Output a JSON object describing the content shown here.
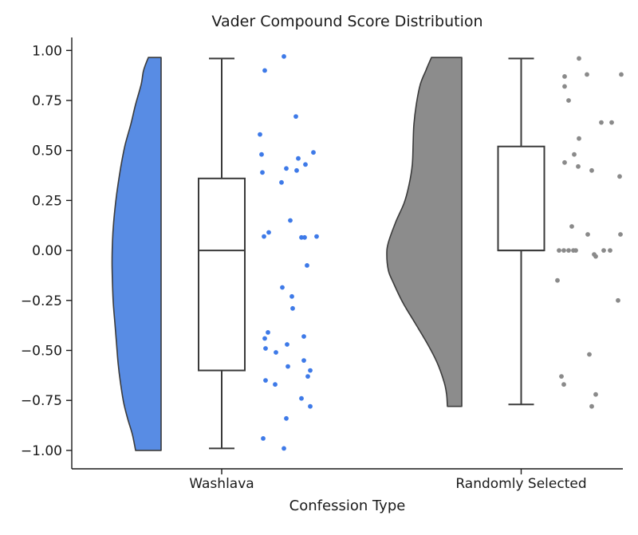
{
  "figure": {
    "background": "#ffffff"
  },
  "chart_data": {
    "type": "raincloud (half-violin + boxplot + jittered strip points)",
    "title": "Vader Compound Score Distribution",
    "xlabel": "Confession Type",
    "ylabel": "",
    "ylim": [
      -1.09,
      1.07
    ],
    "grid": false,
    "legend_position": "none",
    "axis_color": "#1a1a1a",
    "box_line_color": "#3a3a3a",
    "violin_edge_color": "#3b3b3b",
    "yticks": {
      "values": [
        1.0,
        0.75,
        0.5,
        0.25,
        0.0,
        -0.25,
        -0.5,
        -0.75,
        -1.0
      ],
      "labels": [
        "1.00",
        "0.75",
        "0.50",
        "0.25",
        "0.00",
        "−0.25",
        "−0.50",
        "−0.75",
        "−1.00"
      ]
    },
    "categories": [
      "Washlava",
      "Randomly Selected"
    ],
    "groups": [
      {
        "category": "Washlava",
        "violin_color": "#588ce4",
        "point_color": "#3e7ae8",
        "box": {
          "whisker_low": -0.99,
          "q1": -0.6,
          "median": 0.0,
          "q3": 0.36,
          "whisker_high": 0.96
        },
        "violin_range": [
          -1.0,
          0.965
        ],
        "violin_profile": [
          [
            0.965,
            16
          ],
          [
            0.9,
            22
          ],
          [
            0.83,
            25
          ],
          [
            0.73,
            32
          ],
          [
            0.63,
            38
          ],
          [
            0.53,
            45
          ],
          [
            0.43,
            50
          ],
          [
            0.33,
            54
          ],
          [
            0.24,
            57
          ],
          [
            0.14,
            59.5
          ],
          [
            0.04,
            61
          ],
          [
            -0.06,
            61.5
          ],
          [
            -0.16,
            61
          ],
          [
            -0.26,
            60
          ],
          [
            -0.36,
            58
          ],
          [
            -0.46,
            56
          ],
          [
            -0.56,
            54
          ],
          [
            -0.66,
            51
          ],
          [
            -0.76,
            47
          ],
          [
            -0.84,
            42
          ],
          [
            -0.92,
            36
          ],
          [
            -1.0,
            32
          ]
        ],
        "points": [
          [
            0.97,
            -5
          ],
          [
            0.9,
            -29
          ],
          [
            0.67,
            10
          ],
          [
            0.58,
            -35
          ],
          [
            0.49,
            32
          ],
          [
            0.48,
            -33
          ],
          [
            0.46,
            13
          ],
          [
            0.43,
            22
          ],
          [
            0.41,
            -2
          ],
          [
            0.4,
            11
          ],
          [
            0.39,
            -32
          ],
          [
            0.34,
            -8
          ],
          [
            0.15,
            3
          ],
          [
            0.09,
            -24
          ],
          [
            0.07,
            -30
          ],
          [
            0.065,
            17
          ],
          [
            0.065,
            21
          ],
          [
            0.07,
            36
          ],
          [
            -0.075,
            24
          ],
          [
            -0.185,
            -7
          ],
          [
            -0.23,
            5
          ],
          [
            -0.29,
            6
          ],
          [
            -0.41,
            -25
          ],
          [
            -0.43,
            20
          ],
          [
            -0.44,
            -29
          ],
          [
            -0.47,
            -1
          ],
          [
            -0.49,
            -28
          ],
          [
            -0.51,
            -15
          ],
          [
            -0.55,
            20
          ],
          [
            -0.58,
            0
          ],
          [
            -0.6,
            28
          ],
          [
            -0.63,
            25
          ],
          [
            -0.65,
            -28
          ],
          [
            -0.67,
            -16
          ],
          [
            -0.74,
            17
          ],
          [
            -0.78,
            28
          ],
          [
            -0.84,
            -2
          ],
          [
            -0.94,
            -31
          ],
          [
            -0.99,
            -5
          ]
        ]
      },
      {
        "category": "Randomly Selected",
        "violin_color": "#8c8c8c",
        "point_color": "#8a8a8a",
        "box": {
          "whisker_low": -0.77,
          "q1": 0.0,
          "median": 0.0,
          "q3": 0.52,
          "whisker_high": 0.96
        },
        "violin_range": [
          -0.78,
          0.965
        ],
        "violin_profile": [
          [
            0.965,
            38
          ],
          [
            0.9,
            45
          ],
          [
            0.83,
            52
          ],
          [
            0.73,
            57
          ],
          [
            0.63,
            60
          ],
          [
            0.53,
            61
          ],
          [
            0.43,
            62
          ],
          [
            0.33,
            66
          ],
          [
            0.24,
            72
          ],
          [
            0.14,
            83
          ],
          [
            0.04,
            92
          ],
          [
            -0.02,
            94
          ],
          [
            -0.1,
            92
          ],
          [
            -0.16,
            86
          ],
          [
            -0.26,
            74
          ],
          [
            -0.36,
            59
          ],
          [
            -0.46,
            44
          ],
          [
            -0.56,
            31
          ],
          [
            -0.66,
            22
          ],
          [
            -0.72,
            19
          ],
          [
            -0.78,
            18
          ]
        ],
        "points": [
          [
            0.96,
            -13
          ],
          [
            0.88,
            -3
          ],
          [
            0.88,
            40
          ],
          [
            0.87,
            -31
          ],
          [
            0.82,
            -31
          ],
          [
            0.75,
            -26
          ],
          [
            0.64,
            15
          ],
          [
            0.64,
            28
          ],
          [
            0.56,
            -13
          ],
          [
            0.48,
            -19
          ],
          [
            0.44,
            -31
          ],
          [
            0.42,
            -14
          ],
          [
            0.4,
            3
          ],
          [
            0.37,
            38
          ],
          [
            0.12,
            -22
          ],
          [
            0.08,
            -2
          ],
          [
            0.08,
            39
          ],
          [
            0.0,
            -38
          ],
          [
            0.0,
            -32
          ],
          [
            0.0,
            -26
          ],
          [
            0.0,
            -20
          ],
          [
            0.0,
            -17
          ],
          [
            0.0,
            18
          ],
          [
            0.0,
            26
          ],
          [
            -0.02,
            6
          ],
          [
            -0.03,
            8
          ],
          [
            -0.15,
            -40
          ],
          [
            -0.25,
            36
          ],
          [
            -0.52,
            0
          ],
          [
            -0.63,
            -35
          ],
          [
            -0.67,
            -32
          ],
          [
            -0.72,
            8
          ],
          [
            -0.78,
            3
          ]
        ]
      }
    ]
  }
}
